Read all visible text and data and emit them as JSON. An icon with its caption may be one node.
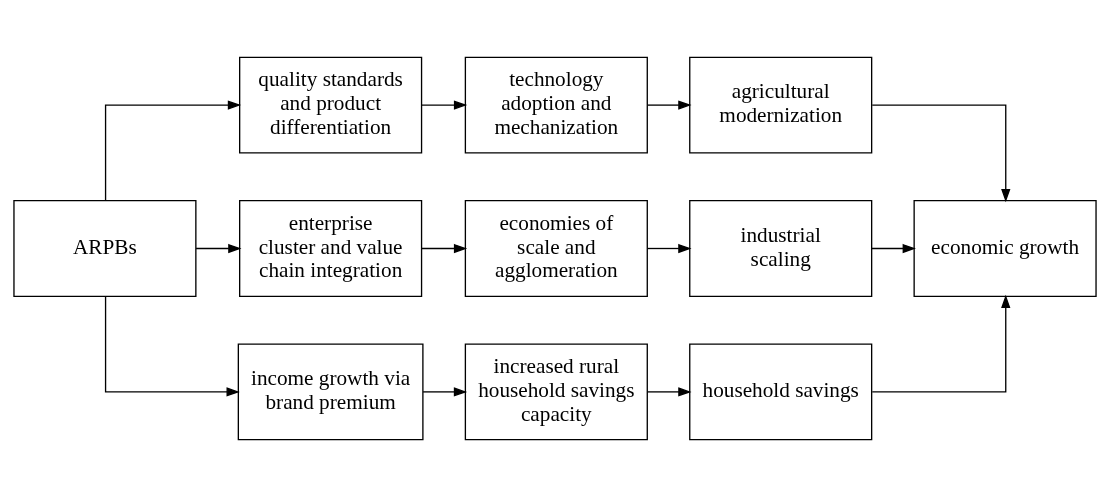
{
  "diagram": {
    "nodes": [
      {
        "text": [
          "ARPBs"
        ]
      },
      {
        "text": [
          "quality standards and product differentiation"
        ]
      },
      {
        "text": [
          "technology adoption and mechanization"
        ]
      },
      {
        "text": [
          "agricultural modernization"
        ]
      },
      {
        "text": [
          "enterprise cluster and value chain integration"
        ]
      },
      {
        "text": [
          "economies of scale and agglomeration"
        ]
      },
      {
        "text": [
          "industrial scaling"
        ]
      },
      {
        "text": [
          "economic growth"
        ]
      },
      {
        "text": [
          "income growth via brand premium"
        ]
      },
      {
        "text": [
          "increased rural household savings capacity"
        ]
      },
      {
        "text": [
          "household savings"
        ]
      }
    ],
    "edges": [
      {
        "from": 0,
        "to": 1,
        "arrow": "to"
      },
      {
        "from": 0,
        "to": 4,
        "arrow": "to"
      },
      {
        "from": 0,
        "to": 8,
        "arrow": "to"
      },
      {
        "from": 1,
        "to": 2,
        "arrow": "to"
      },
      {
        "from": 2,
        "to": 3,
        "arrow": "to"
      },
      {
        "from": 3,
        "to": 7,
        "arrow": "to"
      },
      {
        "from": 4,
        "to": 5,
        "arrow": "to"
      },
      {
        "from": 5,
        "to": 6,
        "arrow": "to"
      },
      {
        "from": 6,
        "to": 7,
        "arrow": "to"
      },
      {
        "from": 8,
        "to": 9,
        "arrow": "to"
      },
      {
        "from": 9,
        "to": 10,
        "arrow": "to"
      },
      {
        "from": 10,
        "to": 7,
        "arrow": "to"
      }
    ]
  }
}
